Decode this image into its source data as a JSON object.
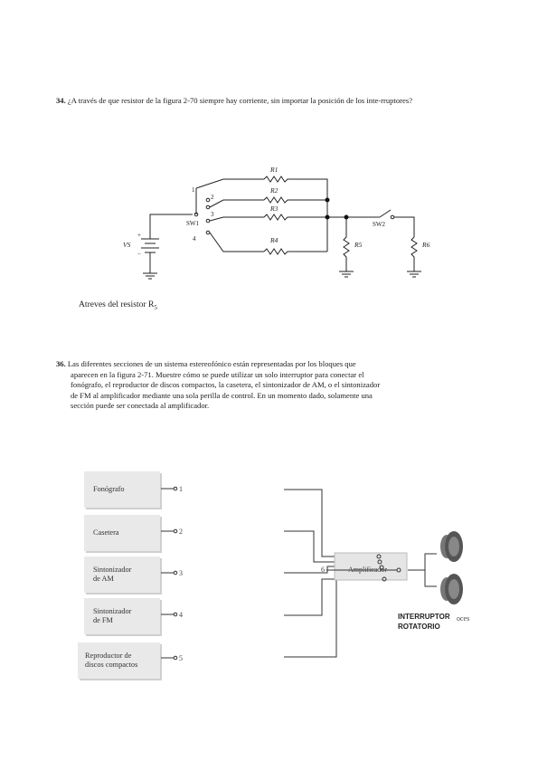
{
  "q34": {
    "number": "34.",
    "text": " ¿A través de que resistor de la figura 2-70 siempre hay corriente, sin importar la posición de los inte-rruptores?",
    "answer_prefix": "Atreves del resistor R",
    "answer_sub": "5"
  },
  "circuit": {
    "r1": "R1",
    "r2": "R2",
    "r3": "R3",
    "r4": "R4",
    "r5": "R5",
    "r6": "R6",
    "sw1": "SW1",
    "sw2": "SW2",
    "vs": "VS",
    "p1": "1",
    "p2": "2",
    "p3": "3",
    "p4": "4",
    "plus": "+",
    "minus": "−"
  },
  "q36": {
    "number": "36.",
    "line1": "Las diferentes secciones de un sistema estereofónico están representadas por los bloques que",
    "line2": "aparecen en la figura 2-71. Muestre cómo se puede utilizar un solo interruptor para conectar el",
    "line3": "fonógrafo, el reproductor de discos compactos, la casetera, el sintonizador de AM, o el sintonizador",
    "line4": "de FM al amplificador mediante una sola perilla de control. En un momento dado, solamente una",
    "line5": "sección puede ser conectada al amplificador."
  },
  "blocks": [
    {
      "l1": "Fonógrafo",
      "l2": "",
      "num": "1"
    },
    {
      "l1": "Casetera",
      "l2": "",
      "num": "2"
    },
    {
      "l1": "Sintonizador",
      "l2": "de AM",
      "num": "3"
    },
    {
      "l1": "Sintonizador",
      "l2": "de FM",
      "num": "4"
    },
    {
      "l1": "Reproductor de",
      "l2": "discos compactos",
      "num": "5"
    }
  ],
  "amp": {
    "label": "Amplificador",
    "terminal": "6",
    "caption1": "INTERRUPTOR",
    "caption2": "ROTATORIO",
    "partial": "oces"
  }
}
